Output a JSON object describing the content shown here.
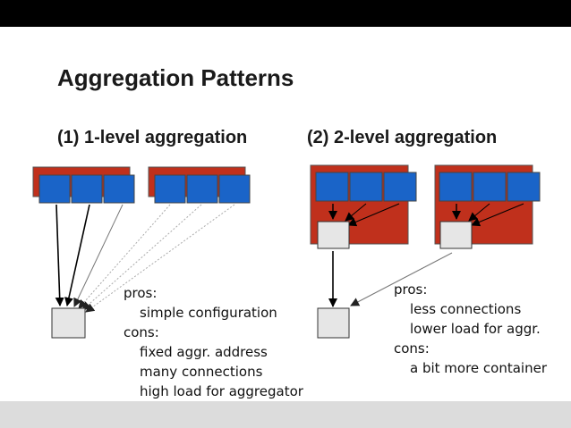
{
  "slide": {
    "title": "Aggregation Patterns",
    "left_heading": "(1) 1-level aggregation",
    "right_heading": "(2) 2-level aggregation"
  },
  "left_notes": {
    "pros_label": "pros:",
    "pros": [
      "simple configuration"
    ],
    "cons_label": "cons:",
    "cons": [
      "fixed aggr. address",
      "many connections",
      "high load for aggregator"
    ]
  },
  "right_notes": {
    "pros_label": "pros:",
    "pros": [
      "less connections",
      "lower load for aggr."
    ],
    "cons_label": "cons:",
    "cons": [
      "a bit more container"
    ]
  },
  "colors": {
    "host_red": "#c0301c",
    "node_blue": "#1a64c8",
    "aggregator_gray": "#e6e6e6",
    "top_bar": "#000000",
    "bottom_bar": "#dcdcdc"
  }
}
